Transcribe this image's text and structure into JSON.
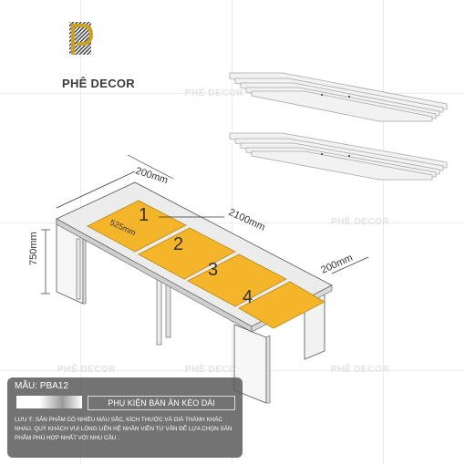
{
  "brand": {
    "name": "PHÊ DECOR",
    "logo_letter": "P",
    "logo_color": "#c9a227"
  },
  "watermark": "PHÊ DECOR",
  "dimensions": {
    "length": "2100mm",
    "end_width": "200mm",
    "end_depth": "200mm",
    "height": "750mm",
    "leaf_width": "525mm"
  },
  "leaves": [
    "1",
    "2",
    "3",
    "4"
  ],
  "leaf_color": "#f5b52a",
  "info": {
    "model": "MẪU: PBA12",
    "product_title": "PHỤ KIỆN BÀN ĂN KÉO DÀI",
    "note": "LƯU Ý: SẢN PHẨM CÓ NHIỀU MÀU SẮC, KÍCH THƯỚC VÀ GIÁ THÀNH KHÁC NHAU. QUÝ KHÁCH VUI LÒNG LIÊN HỆ NHÂN VIÊN TƯ VẤN ĐỂ LỰA CHỌN SẢN PHẨM PHÙ HỢP NHẤT VỚI NHU CẦU ."
  }
}
